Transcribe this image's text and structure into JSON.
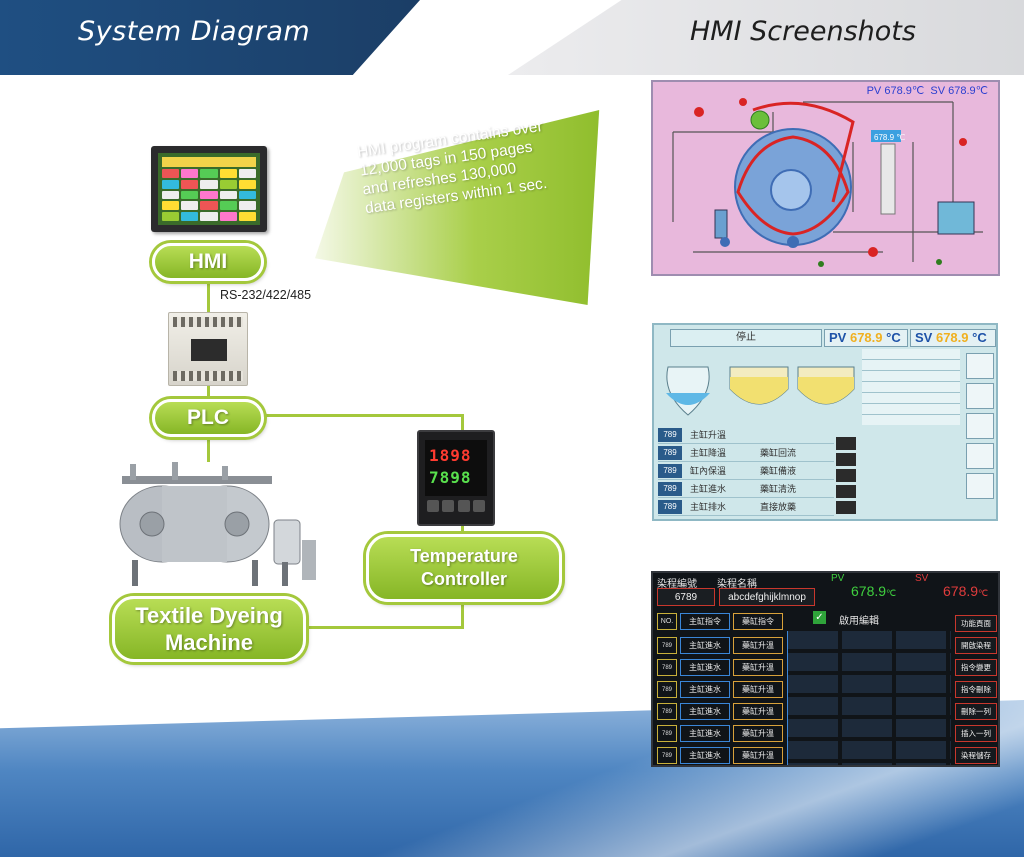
{
  "header": {
    "left_title": "System Diagram",
    "right_title": "HMI Screenshots"
  },
  "diagram": {
    "hmi_label": "HMI",
    "plc_label": "PLC",
    "link_label": "RS-232/422/485",
    "temperature_controller_label": [
      "Temperature",
      "Controller"
    ],
    "machine_label": [
      "Textile Dyeing",
      "Machine"
    ],
    "callout_lines": [
      "HMI program contains over",
      "12,000 tags in 150 pages",
      "and refreshes 130,000",
      "data registers within 1 sec."
    ],
    "controller_display": {
      "pv": "1898",
      "sv": "7898"
    }
  },
  "screenshot1": {
    "pv_label": "PV",
    "pv_value": "678.9",
    "pv_unit": "℃",
    "sv_label": "SV",
    "sv_value": "678.9",
    "sv_unit": "℃",
    "gauge_value": "678.9 ℃"
  },
  "screenshot2": {
    "status": "停止",
    "pv_label": "PV",
    "pv_value": "678.9",
    "pv_unit": "°C",
    "sv_label": "SV",
    "sv_value": "678.9",
    "sv_unit": "°C",
    "rows": [
      {
        "no": "789",
        "a": "主缸升溫",
        "b": ""
      },
      {
        "no": "789",
        "a": "主缸降溫",
        "b": "藥缸回流"
      },
      {
        "no": "789",
        "a": "缸內保溫",
        "b": "藥缸備液"
      },
      {
        "no": "789",
        "a": "主缸進水",
        "b": "藥缸清洗"
      },
      {
        "no": "789",
        "a": "主缸排水",
        "b": "直接放藥"
      }
    ]
  },
  "screenshot3": {
    "recipe_no_label": "染程編號",
    "recipe_name_label": "染程名稱",
    "recipe_no": "6789",
    "recipe_name": "abcdefghijklmnop",
    "pv_label": "PV",
    "pv_value": "678.9",
    "pv_unit": "℃",
    "sv_label": "SV",
    "sv_value": "678.9",
    "sv_unit": "℃",
    "enable_label": "啟用編輯",
    "no_header": "NO.",
    "col1_header": "主缸指令",
    "col2_header": "藥缸指令",
    "row_no": "789",
    "rows": [
      {
        "c1": "主缸進水",
        "c2": "藥缸升溫"
      },
      {
        "c1": "主缸進水",
        "c2": "藥缸升溫"
      },
      {
        "c1": "主缸進水",
        "c2": "藥缸升溫"
      },
      {
        "c1": "主缸進水",
        "c2": "藥缸升溫"
      },
      {
        "c1": "主缸進水",
        "c2": "藥缸升溫"
      },
      {
        "c1": "主缸進水",
        "c2": "藥缸升溫"
      }
    ],
    "side_buttons": [
      "功能頁面",
      "開啟染程",
      "指令變更",
      "指令刪除",
      "刪除一列",
      "插入一列",
      "染程儲存"
    ]
  }
}
